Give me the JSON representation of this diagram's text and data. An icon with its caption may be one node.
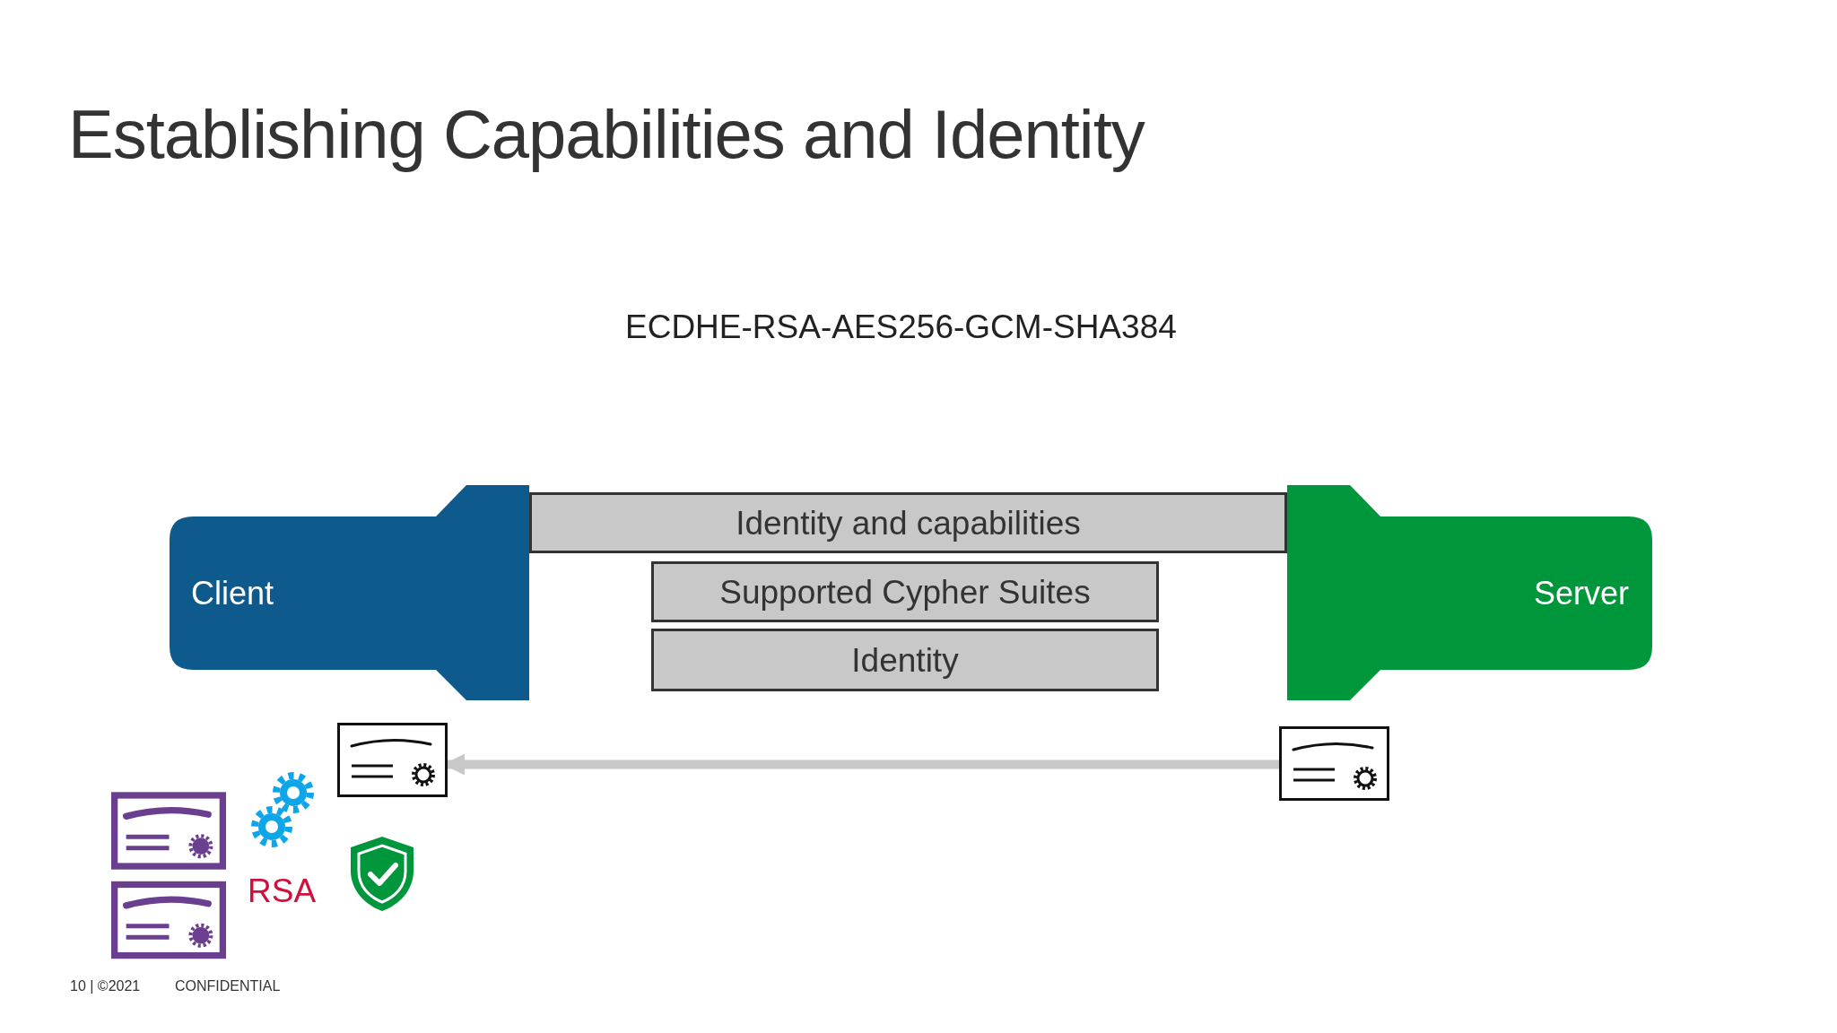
{
  "diagram": {
    "title": "Establishing Capabilities and Identity",
    "nodes": [
      {
        "text": [
          "Client"
        ]
      },
      {
        "text": [
          "Server"
        ]
      },
      {
        "text": [
          "Identity and capabilities"
        ]
      },
      {
        "text": [
          "Supported Cypher Suites"
        ]
      },
      {
        "text": [
          "Identity"
        ]
      },
      {
        "text": [],
        "shape": "picture"
      },
      {
        "text": [],
        "shape": "picture"
      }
    ],
    "edges": [
      {
        "from": 6,
        "to": 5,
        "arrow": "to",
        "color": "#c8c8c8"
      }
    ],
    "labels": [
      "ECDHE-RSA-AES256-GCM-SHA384",
      "RSA",
      "10 | ©2021",
      "CONFIDENTIAL"
    ]
  }
}
